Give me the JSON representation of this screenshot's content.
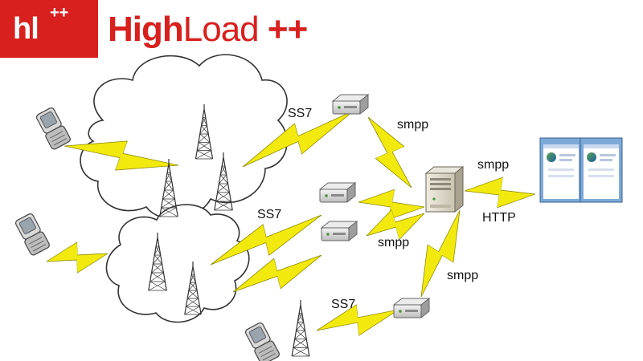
{
  "logo": {
    "mark": "hl",
    "mark_sup": "++",
    "name_bold": "High",
    "name_rest": "Load",
    "name_suffix": " ++"
  },
  "colors": {
    "brand_red": "#d8201e",
    "bolt": "#f2ea0f",
    "bolt_outline": "#8f8a00"
  },
  "labels": {
    "ss7_top": "SS7",
    "smpp_top": "smpp",
    "ss7_mid": "SS7",
    "smpp_mid": "smpp",
    "smpp_right": "smpp",
    "http": "HTTP",
    "smpp_lower": "smpp",
    "ss7_bottom": "SS7"
  },
  "icons": {
    "phone": "mobile-phone-icon",
    "tower": "cell-tower-icon",
    "router": "network-router-icon",
    "server": "server-icon",
    "browser": "browser-window-icon",
    "cloud": "cloud-icon",
    "bolt": "lightning-bolt-icon"
  }
}
